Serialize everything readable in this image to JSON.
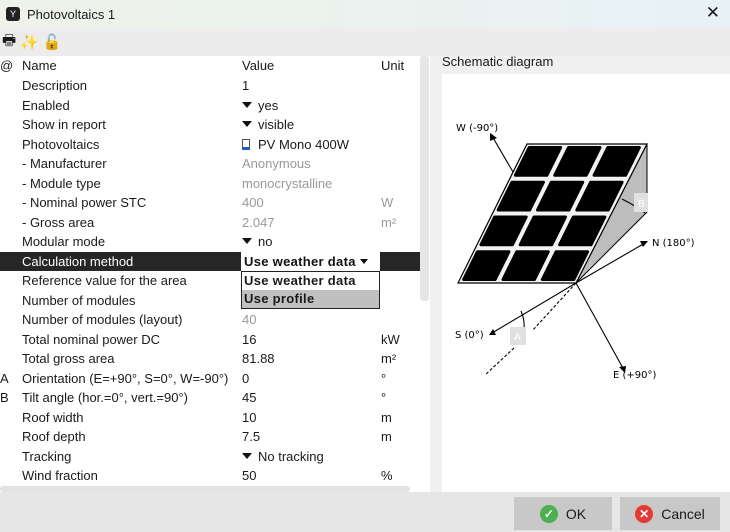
{
  "window": {
    "title": "Photovoltaics 1"
  },
  "toolbar": {
    "icons": [
      "printer-icon",
      "sparkle-icon",
      "unlock-icon"
    ]
  },
  "table": {
    "headers": {
      "marker": "@",
      "name": "Name",
      "value": "Value",
      "unit": "Unit"
    },
    "rows": [
      {
        "marker": "",
        "name": "Description",
        "value": "1",
        "unit": ""
      },
      {
        "marker": "",
        "name": "Enabled",
        "value": "yes",
        "unit": ""
      },
      {
        "marker": "",
        "name": "Show in report",
        "value": "visible",
        "unit": ""
      },
      {
        "marker": "",
        "name": "Photovoltaics",
        "value": "PV Mono 400W",
        "unit": ""
      },
      {
        "marker": "",
        "name": "- Manufacturer",
        "value": "Anonymous",
        "unit": ""
      },
      {
        "marker": "",
        "name": "- Module type",
        "value": "monocrystalline",
        "unit": ""
      },
      {
        "marker": "",
        "name": "- Nominal power STC",
        "value": "400",
        "unit": "W"
      },
      {
        "marker": "",
        "name": "- Gross area",
        "value": "2.047",
        "unit": "m²"
      },
      {
        "marker": "",
        "name": "Modular mode",
        "value": "no",
        "unit": ""
      },
      {
        "marker": "",
        "name": "Calculation method",
        "value": "Use weather data",
        "unit": ""
      },
      {
        "marker": "",
        "name": "Reference value for the area",
        "value": "",
        "unit": ""
      },
      {
        "marker": "",
        "name": "Number of modules",
        "value": "",
        "unit": ""
      },
      {
        "marker": "",
        "name": "Number of modules (layout)",
        "value": "40",
        "unit": ""
      },
      {
        "marker": "",
        "name": "Total nominal power DC",
        "value": "16",
        "unit": "kW"
      },
      {
        "marker": "",
        "name": "Total gross area",
        "value": "81.88",
        "unit": "m²"
      },
      {
        "marker": "A",
        "name": "Orientation (E=+90°, S=0°, W=-90°)",
        "value": "0",
        "unit": "°"
      },
      {
        "marker": "B",
        "name": "Tilt angle (hor.=0°, vert.=90°)",
        "value": "45",
        "unit": "°"
      },
      {
        "marker": "",
        "name": "Roof width",
        "value": "10",
        "unit": "m"
      },
      {
        "marker": "",
        "name": "Roof depth",
        "value": "7.5",
        "unit": "m"
      },
      {
        "marker": "",
        "name": "Tracking",
        "value": "No tracking",
        "unit": ""
      },
      {
        "marker": "",
        "name": "Wind fraction",
        "value": "50",
        "unit": "%"
      }
    ]
  },
  "dropdown": {
    "options": [
      "Use weather data",
      "Use profile"
    ],
    "highlighted": "Use profile"
  },
  "diagram": {
    "title": "Schematic diagram",
    "labels": {
      "w": "W (-90°)",
      "n": "N (180°)",
      "s": "S (0°)",
      "e": "E (+90°)",
      "a": "A",
      "b": "B"
    }
  },
  "buttons": {
    "ok": "OK",
    "cancel": "Cancel"
  },
  "colors": {
    "ok": "#4caf50",
    "cancel": "#e53935"
  }
}
